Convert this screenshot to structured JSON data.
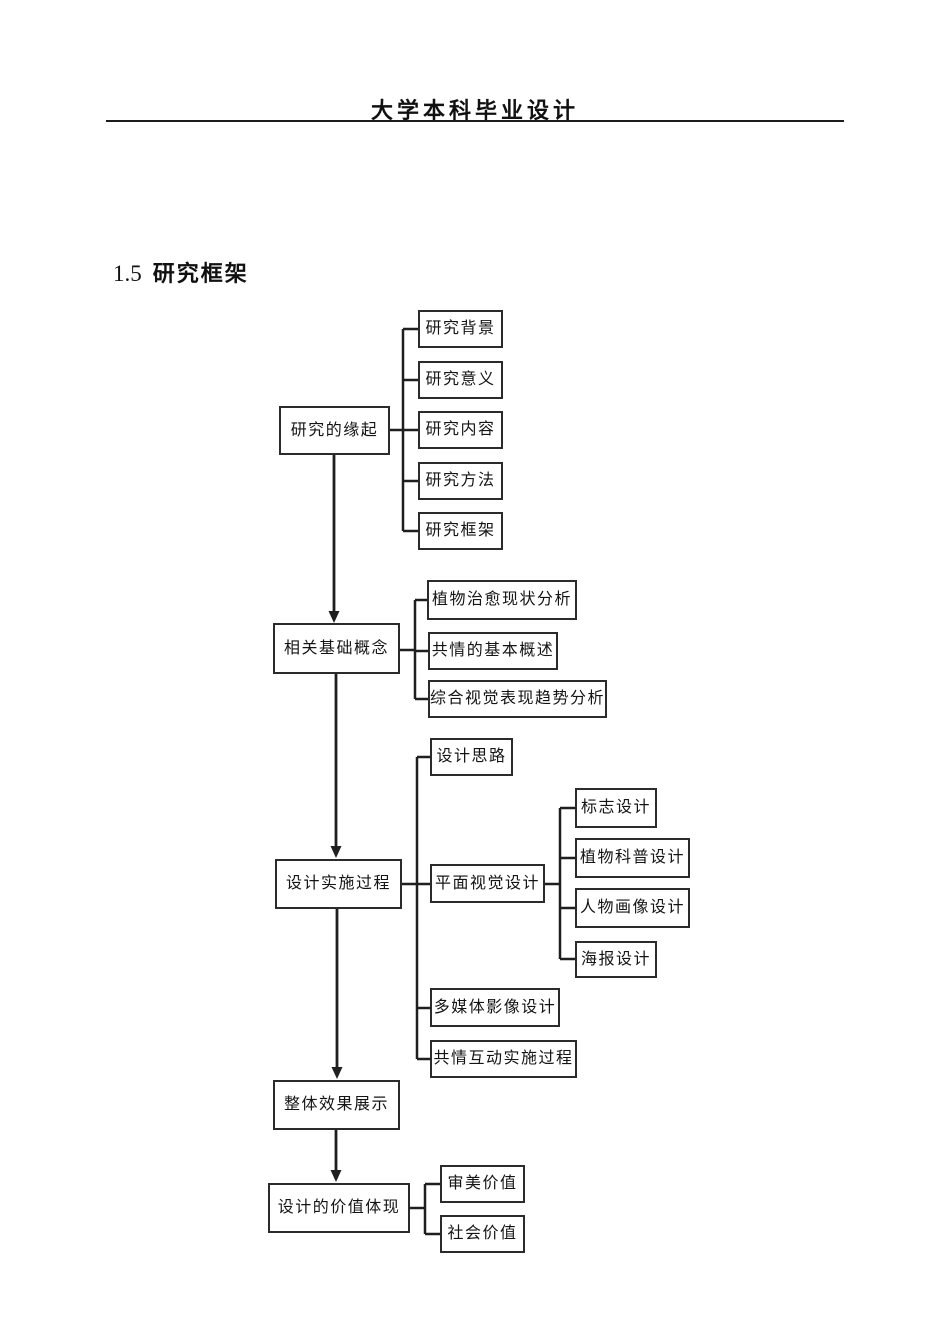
{
  "header": {
    "title": "大学本科毕业设计"
  },
  "section_heading": {
    "number": "1.5",
    "title": "研究框架"
  },
  "nodes": {
    "research_origin": "研究的缘起",
    "research_background": "研究背景",
    "research_significance": "研究意义",
    "research_content": "研究内容",
    "research_method": "研究方法",
    "research_framework": "研究框架",
    "basic_concepts": "相关基础概念",
    "plant_healing_analysis": "植物治愈现状分析",
    "empathy_overview": "共情的基本概述",
    "visual_trend_analysis": "综合视觉表现趋势分析",
    "design_process": "设计实施过程",
    "design_idea": "设计思路",
    "graphic_design": "平面视觉设计",
    "logo_design": "标志设计",
    "plant_science_design": "植物科普设计",
    "portrait_design": "人物画像设计",
    "poster_design": "海报设计",
    "multimedia_design": "多媒体影像设计",
    "empathy_interaction": "共情互动实施过程",
    "overall_display": "整体效果展示",
    "design_value": "设计的价值体现",
    "aesthetic_value": "审美价值",
    "social_value": "社会价值"
  },
  "hierarchy": [
    {
      "node": "research_origin",
      "children": [
        "research_background",
        "research_significance",
        "research_content",
        "research_method",
        "research_framework"
      ]
    },
    {
      "node": "basic_concepts",
      "children": [
        "plant_healing_analysis",
        "empathy_overview",
        "visual_trend_analysis"
      ]
    },
    {
      "node": "design_process",
      "children": [
        "design_idea",
        {
          "node": "graphic_design",
          "children": [
            "logo_design",
            "plant_science_design",
            "portrait_design",
            "poster_design"
          ]
        },
        "multimedia_design",
        "empathy_interaction"
      ]
    },
    {
      "node": "overall_display"
    },
    {
      "node": "design_value",
      "children": [
        "aesthetic_value",
        "social_value"
      ]
    }
  ],
  "colors": {
    "line": "#1f1f1f",
    "box_border": "#2b2b2b",
    "text": "#141414",
    "background": "#ffffff"
  }
}
